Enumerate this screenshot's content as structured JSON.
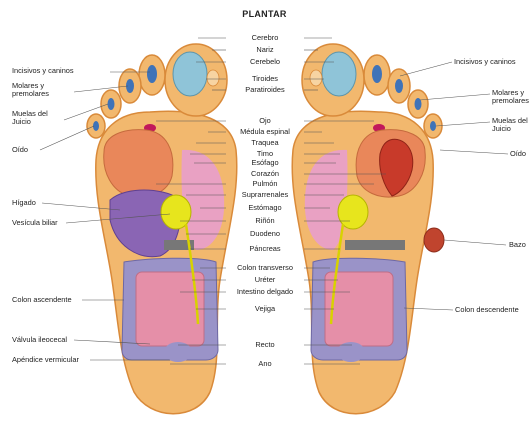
{
  "title": "PLANTAR",
  "center_labels": [
    "Cerebro",
    "Nariz",
    "Cerebelo",
    "Tiroides",
    "Paratiroides",
    "Ojo",
    "Médula espinal",
    "Traquea",
    "Timo",
    "Esófago",
    "Corazón",
    "Pulmón",
    "Suprarrenales",
    "Estómago",
    "Riñón",
    "Duodeno",
    "Páncreas",
    "Colon transverso",
    "Uréter",
    "Intestino delgado",
    "Vejiga",
    "Recto",
    "Ano"
  ],
  "left_labels": [
    "Incisivos y caninos",
    "Molares y premolares",
    "Muelas del Juicio",
    "Oído",
    "Hígado",
    "Vesícula biliar",
    "Colon ascendente",
    "Válvula ileocecal",
    "Apéndice vermicular"
  ],
  "right_labels": [
    "Incisivos y caninos",
    "Molares y premolares",
    "Muelas del Juicio",
    "Oído",
    "Bazo",
    "Colon descendente"
  ],
  "colors": {
    "skin": "#f2b86e",
    "skin_edge": "#d98a3a",
    "lung": "#e9875a",
    "liver": "#8a65b4",
    "gallbladder": "#e7e51d",
    "stomach": "#e9a1c3",
    "intestine": "#e58fa8",
    "colon": "#9a93c8",
    "brain": "#8fc4d8",
    "teeth": "#3f73b8",
    "heart": "#c83a2a",
    "spleen": "#c0442e",
    "pancreas": "#777777",
    "ureter": "#d8d200"
  }
}
